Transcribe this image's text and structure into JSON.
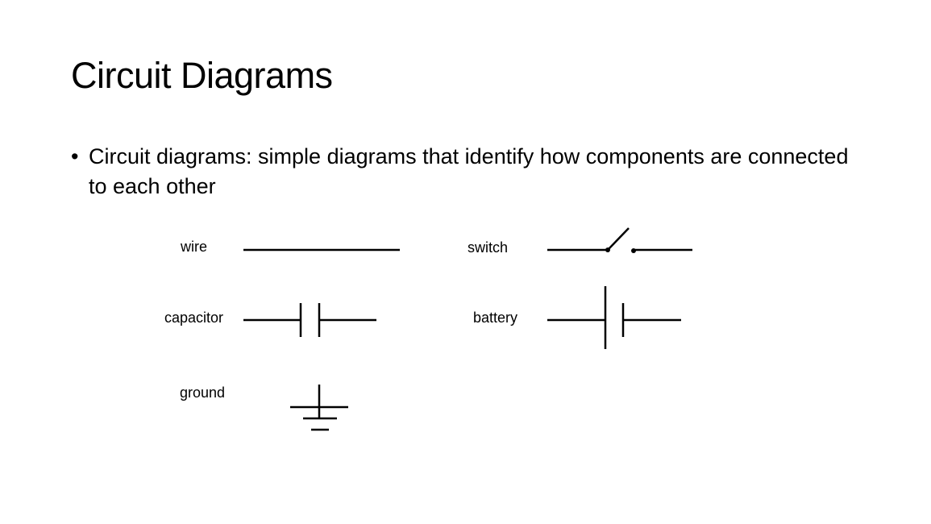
{
  "slide": {
    "title": "Circuit Diagrams",
    "bullet_marker": "•",
    "bullet_text": "Circuit diagrams: simple diagrams that identify how components are connected to each other"
  },
  "symbols": {
    "wire": "wire",
    "switch": "switch",
    "capacitor": "capacitor",
    "battery": "battery",
    "ground": "ground"
  }
}
